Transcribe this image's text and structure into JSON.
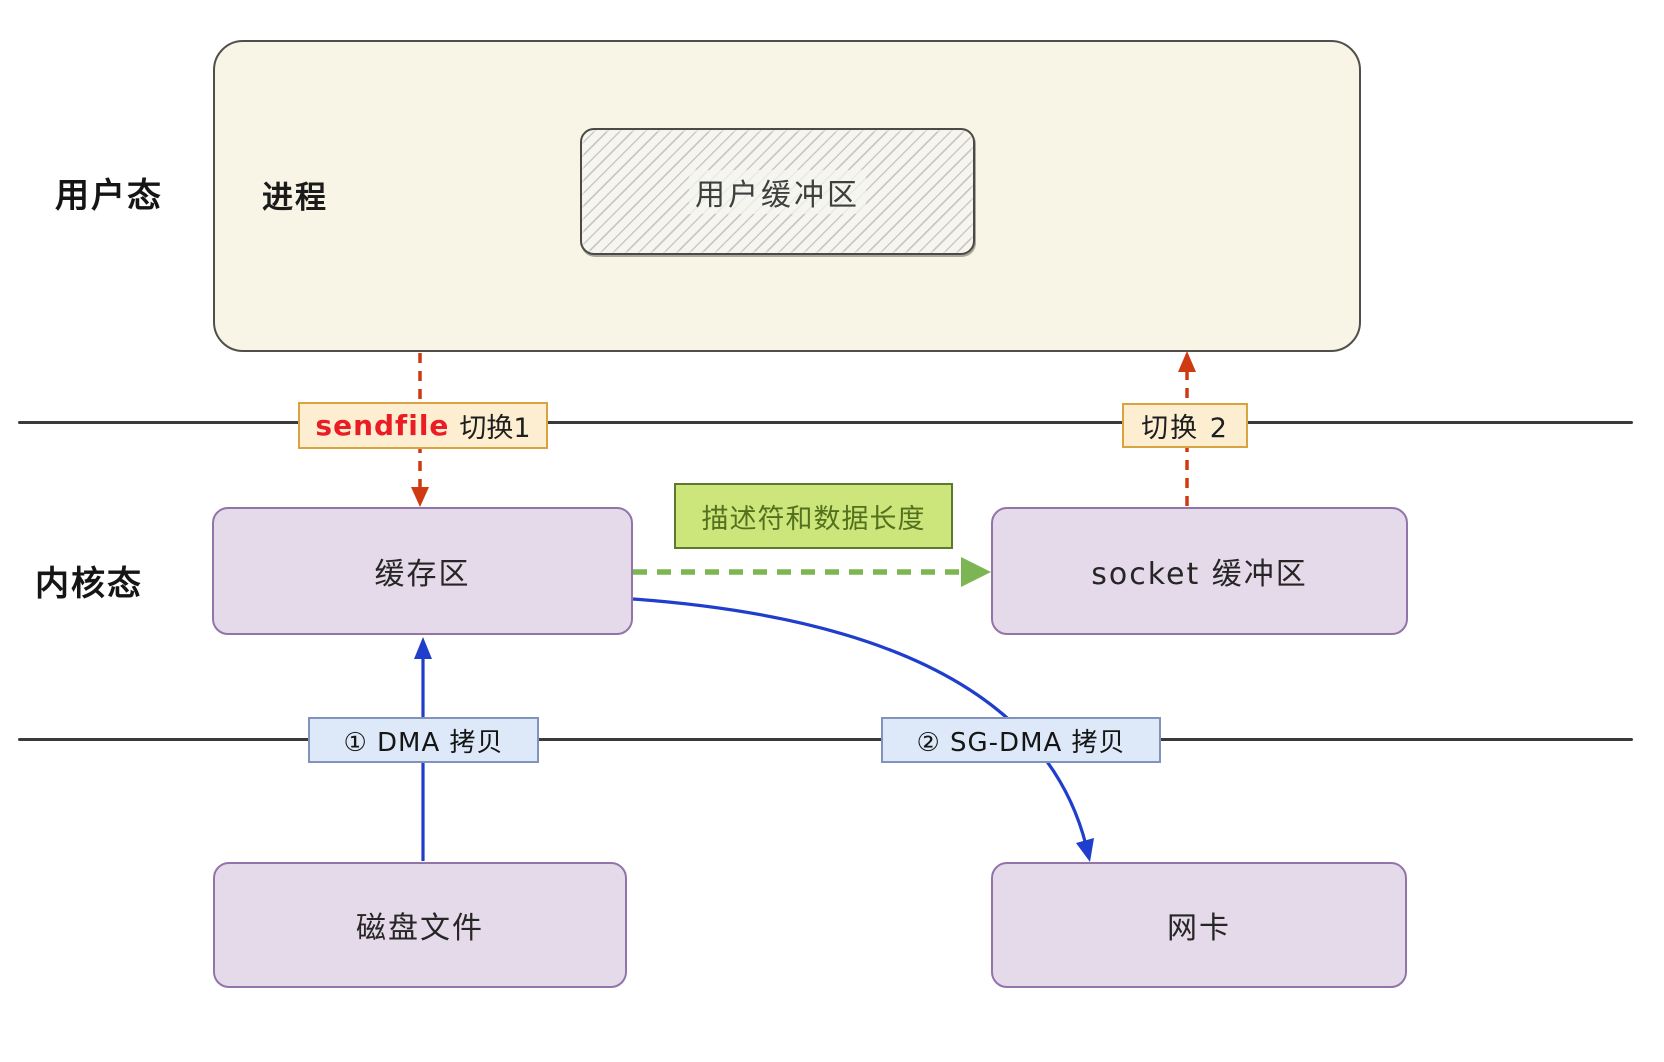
{
  "mode_labels": {
    "user": "用户态",
    "kernel": "内核态"
  },
  "user_space": {
    "process_title": "进程",
    "user_buffer": "用户缓冲区"
  },
  "kernel_space": {
    "page_buffer": "缓存区",
    "socket_buffer": "socket 缓冲区"
  },
  "hardware": {
    "disk_file": "磁盘文件",
    "nic": "网卡"
  },
  "annotations": {
    "switch1_keyword": "sendfile",
    "switch1_suffix": "切换1",
    "switch2": "切换 2",
    "descriptor_length": "描述符和数据长度",
    "dma_copy": "① DMA 拷贝",
    "sg_dma_copy": "② SG-DMA 拷贝"
  },
  "colors": {
    "process_box_bg": "#f9f5e6",
    "process_box_border": "#514f49",
    "purple_box_bg": "#e5dae9",
    "purple_box_border": "#9274aa",
    "switch_chip_bg": "#fdeed2",
    "switch_chip_border": "#d9a440",
    "sendfile_keyword_red": "#ea1c24",
    "descriptor_chip_bg": "#cde67c",
    "descriptor_chip_border": "#5c7a2e",
    "copy_chip_bg": "#dde9f8",
    "copy_chip_border": "#8193bb",
    "arrow_red": "#cf3a12",
    "arrow_blue": "#1e3ecb",
    "arrow_green": "#7db554",
    "boundary_line": "#3a3a3a"
  }
}
